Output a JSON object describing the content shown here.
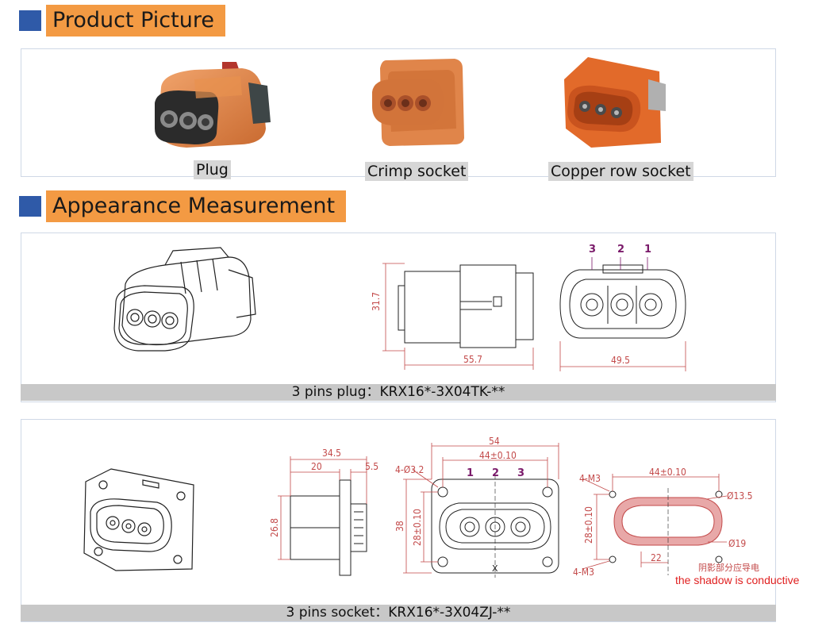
{
  "sections": {
    "product_picture": "Product Picture",
    "appearance_measurement": "Appearance Measurement"
  },
  "products": {
    "plug": "Plug",
    "crimp_socket": "Crimp socket",
    "copper_row_socket": "Copper row socket"
  },
  "plug_drawing": {
    "caption": "3 pins plug：KRX16*-3X04TK-**",
    "dim_height": "31.7",
    "dim_length": "55.7",
    "dim_width": "49.5",
    "pins": [
      "3",
      "2",
      "1"
    ]
  },
  "socket_drawing": {
    "caption": "3 pins socket：KRX16*-3X04ZJ-**",
    "side_total": "34.5",
    "side_body": "20",
    "side_flange": "5.5",
    "side_height": "26.8",
    "front_width": "54",
    "front_pitch": "44±0.10",
    "front_holes": "4-Ø3.2",
    "front_height": "38",
    "front_hole_pitch": "28±0.10",
    "front_axis": "X",
    "pins": [
      "1",
      "2",
      "3"
    ],
    "cut_holes_top": "4-M3",
    "cut_pitch": "44±0.10",
    "cut_small_dia": "Ø13.5",
    "cut_vertical": "28±0.10",
    "cut_large_dia": "Ø19",
    "cut_holes_bottom": "4-M3",
    "cut_offset": "22",
    "shadow_note_cn": "阴影部分应导电",
    "shadow_note_en": "the shadow is conductive"
  },
  "colors": {
    "accent_orange": "#f39a43",
    "marker_blue": "#2f5aa8",
    "dim_red": "#c34a4a",
    "note_red": "#e02020"
  }
}
